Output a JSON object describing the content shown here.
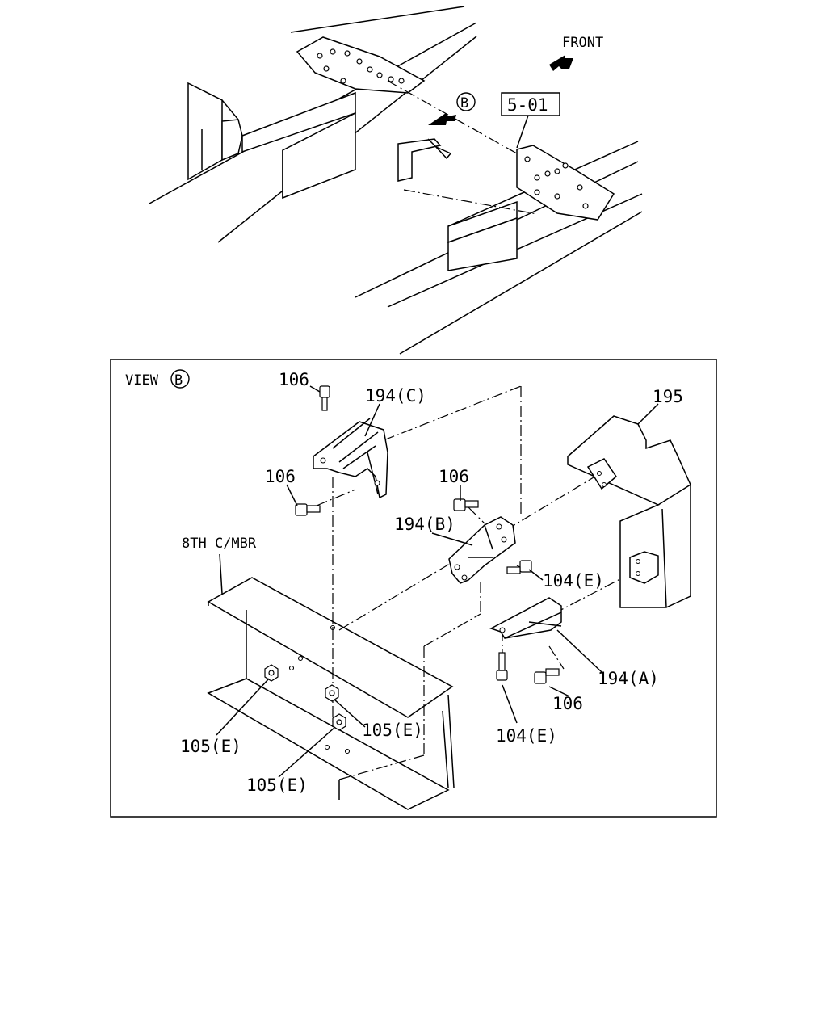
{
  "top_view": {
    "front_label": "FRONT",
    "view_marker": "B",
    "ref_box": "5-01"
  },
  "detail_view": {
    "title": "VIEW",
    "title_marker": "B",
    "member_label": "8TH C/MBR",
    "callouts": {
      "c106_top": "106",
      "c194c": "194(C)",
      "c195": "195",
      "c106_left": "106",
      "c106_mid": "106",
      "c194b": "194(B)",
      "c104e_mid": "104(E)",
      "c194a": "194(A)",
      "c106_bottom": "106",
      "c104e_bottom": "104(E)",
      "c105e_left": "105(E)",
      "c105e_center": "105(E)",
      "c105e_bottom": "105(E)"
    }
  }
}
